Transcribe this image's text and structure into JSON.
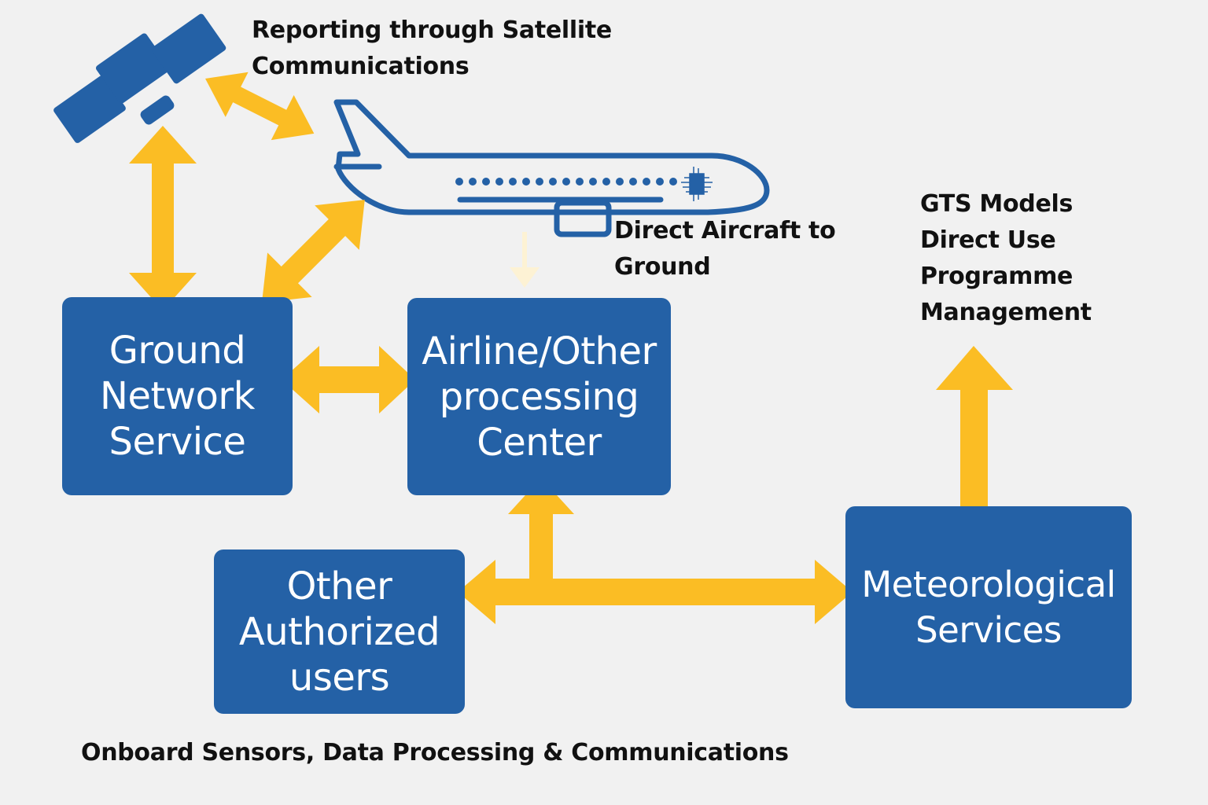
{
  "colors": {
    "box": "#2461a6",
    "arrow": "#fbbd24",
    "outline": "#2461a6",
    "background": "#f1f1f1"
  },
  "icons": [
    "satellite-icon",
    "airplane-icon",
    "chip-icon"
  ],
  "labels": {
    "satellite": [
      "Reporting through Satellite",
      "Communications"
    ],
    "direct": [
      "Direct Aircraft to",
      "Ground"
    ],
    "gts": [
      "GTS Models",
      "Direct Use",
      "Programme",
      "Management"
    ],
    "footer": "Onboard Sensors, Data Processing & Communications"
  },
  "boxes": {
    "ground": [
      "Ground",
      "Network",
      "Service"
    ],
    "airline": [
      "Airline/Other",
      "processing",
      "Center"
    ],
    "users": [
      "Other",
      "Authorized",
      "users"
    ],
    "met": [
      "Meteorological",
      "Services"
    ]
  }
}
